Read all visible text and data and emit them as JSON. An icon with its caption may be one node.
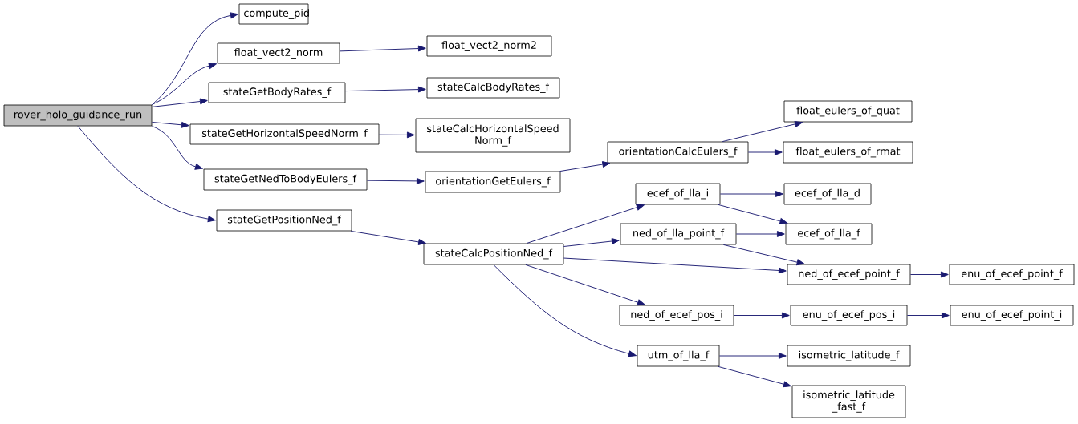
{
  "diagram": {
    "nodes": [
      {
        "text": [
          "rover_holo_guidance_run"
        ]
      },
      {
        "text": [
          "compute_pid"
        ]
      },
      {
        "text": [
          "float_vect2_norm"
        ]
      },
      {
        "text": [
          "float_vect2_norm2"
        ]
      },
      {
        "text": [
          "stateGetBodyRates_f"
        ]
      },
      {
        "text": [
          "stateCalcBodyRates_f"
        ]
      },
      {
        "text": [
          "stateGetHorizontalSpeedNorm_f"
        ]
      },
      {
        "text": [
          "stateCalcHorizontalSpeed Norm_f"
        ]
      },
      {
        "text": [
          "stateGetNedToBodyEulers_f"
        ]
      },
      {
        "text": [
          "orientationGetEulers_f"
        ]
      },
      {
        "text": [
          "orientationCalcEulers_f"
        ]
      },
      {
        "text": [
          "float_eulers_of_quat"
        ]
      },
      {
        "text": [
          "float_eulers_of_rmat"
        ]
      },
      {
        "text": [
          "stateGetPositionNed_f"
        ]
      },
      {
        "text": [
          "stateCalcPositionNed_f"
        ]
      },
      {
        "text": [
          "ecef_of_lla_i"
        ]
      },
      {
        "text": [
          "ecef_of_lla_d"
        ]
      },
      {
        "text": [
          "ned_of_lla_point_f"
        ]
      },
      {
        "text": [
          "ecef_of_lla_f"
        ]
      },
      {
        "text": [
          "ned_of_ecef_point_f"
        ]
      },
      {
        "text": [
          "enu_of_ecef_point_f"
        ]
      },
      {
        "text": [
          "ned_of_ecef_pos_i"
        ]
      },
      {
        "text": [
          "enu_of_ecef_pos_i"
        ]
      },
      {
        "text": [
          "enu_of_ecef_point_i"
        ]
      },
      {
        "text": [
          "utm_of_lla_f"
        ]
      },
      {
        "text": [
          "isometric_latitude_f"
        ]
      },
      {
        "text": [
          "isometric_latitude _fast_f"
        ]
      }
    ],
    "edges": [
      {
        "from": 0,
        "to": 1,
        "arrow": "to"
      },
      {
        "from": 0,
        "to": 2,
        "arrow": "to"
      },
      {
        "from": 0,
        "to": 4,
        "arrow": "to"
      },
      {
        "from": 0,
        "to": 6,
        "arrow": "to"
      },
      {
        "from": 0,
        "to": 8,
        "arrow": "to"
      },
      {
        "from": 0,
        "to": 13,
        "arrow": "to"
      },
      {
        "from": 2,
        "to": 3,
        "arrow": "to"
      },
      {
        "from": 4,
        "to": 5,
        "arrow": "to"
      },
      {
        "from": 6,
        "to": 7,
        "arrow": "to"
      },
      {
        "from": 8,
        "to": 9,
        "arrow": "to"
      },
      {
        "from": 9,
        "to": 10,
        "arrow": "to"
      },
      {
        "from": 10,
        "to": 11,
        "arrow": "to"
      },
      {
        "from": 10,
        "to": 12,
        "arrow": "to"
      },
      {
        "from": 13,
        "to": 14,
        "arrow": "to"
      },
      {
        "from": 14,
        "to": 15,
        "arrow": "to"
      },
      {
        "from": 14,
        "to": 17,
        "arrow": "to"
      },
      {
        "from": 14,
        "to": 19,
        "arrow": "to"
      },
      {
        "from": 14,
        "to": 21,
        "arrow": "to"
      },
      {
        "from": 14,
        "to": 24,
        "arrow": "to"
      },
      {
        "from": 15,
        "to": 16,
        "arrow": "to"
      },
      {
        "from": 15,
        "to": 18,
        "arrow": "to"
      },
      {
        "from": 17,
        "to": 18,
        "arrow": "to"
      },
      {
        "from": 17,
        "to": 19,
        "arrow": "to"
      },
      {
        "from": 19,
        "to": 20,
        "arrow": "to"
      },
      {
        "from": 21,
        "to": 22,
        "arrow": "to"
      },
      {
        "from": 22,
        "to": 23,
        "arrow": "to"
      },
      {
        "from": 24,
        "to": 25,
        "arrow": "to"
      },
      {
        "from": 24,
        "to": 26,
        "arrow": "to"
      }
    ]
  }
}
